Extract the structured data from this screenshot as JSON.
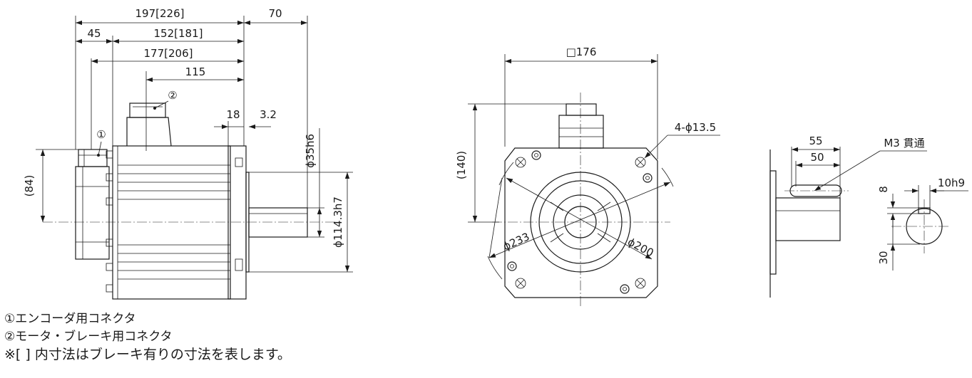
{
  "side_view": {
    "dims": {
      "total_length": "197[226]",
      "shaft_length": "70",
      "rear_part": "45",
      "body_length": "152[181]",
      "encoder_to_flange": "177[206]",
      "connector2_to_flange": "115",
      "flange_thickness": "18",
      "pilot_depth": "3.2",
      "shaft_dia": "ϕ35h6",
      "pilot_dia": "ϕ114.3h7",
      "encoder_height": "(84)"
    },
    "markers": {
      "encoder": "①",
      "power": "②"
    }
  },
  "front_view": {
    "dims": {
      "flange_square": "□176",
      "connector_height": "(140)",
      "mount_holes": "4-ϕ13.5",
      "outer_circle": "ϕ233",
      "pcd": "ϕ200"
    }
  },
  "shaft_detail": {
    "dims": {
      "key_length": "55",
      "key_seat": "50",
      "tap": "M3 貫通",
      "key_width": "10h9",
      "key_height": "8",
      "key_depth": "30"
    }
  },
  "notes": [
    "①エンコーダ用コネクタ",
    "②モータ・ブレーキ用コネクタ",
    "※[ ] 内寸法はブレーキ有りの寸法を表します。"
  ]
}
